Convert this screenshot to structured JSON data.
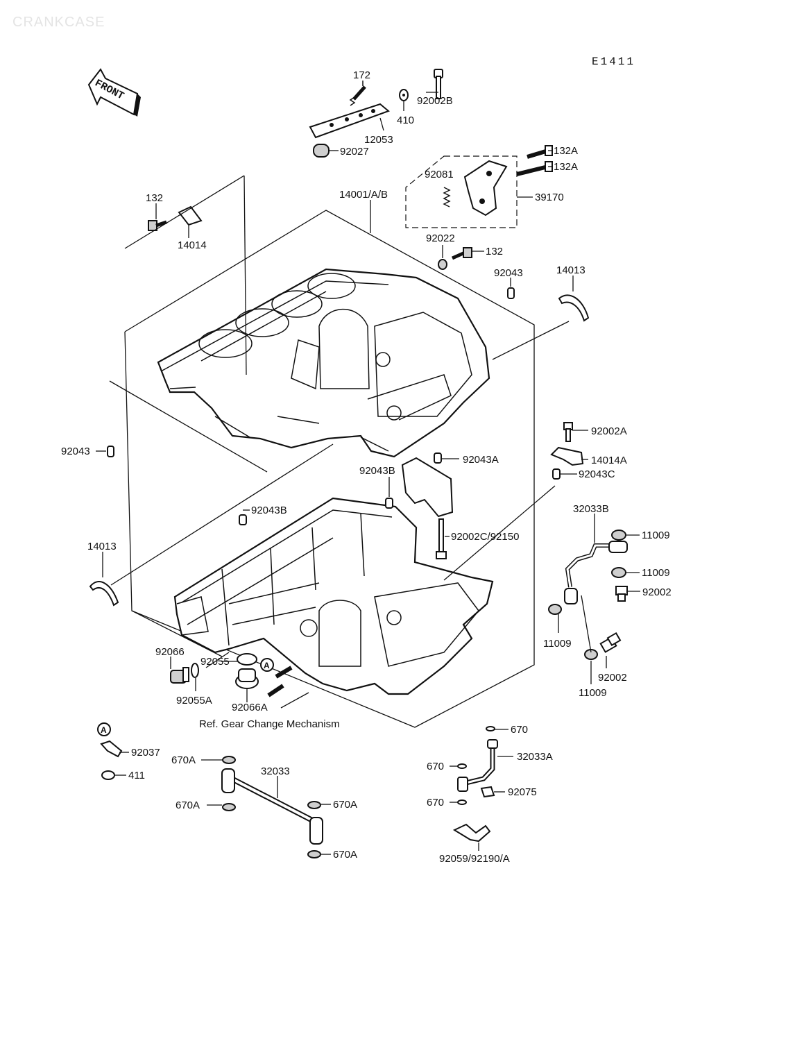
{
  "diagram": {
    "watermark": "CRANKCASE",
    "code": "E1411",
    "front_label": "FRONT",
    "ref_note": "Ref. Gear Change Mechanism",
    "circle_marker": "A",
    "labels": [
      {
        "id": "172",
        "text": "172"
      },
      {
        "id": "92002B",
        "text": "92002B"
      },
      {
        "id": "410",
        "text": "410"
      },
      {
        "id": "12053",
        "text": "12053"
      },
      {
        "id": "92027",
        "text": "92027"
      },
      {
        "id": "132A-1",
        "text": "132A"
      },
      {
        "id": "132A-2",
        "text": "132A"
      },
      {
        "id": "14001AB",
        "text": "14001/A/B"
      },
      {
        "id": "92081",
        "text": "92081"
      },
      {
        "id": "39170",
        "text": "39170"
      },
      {
        "id": "132-top",
        "text": "132"
      },
      {
        "id": "14014",
        "text": "14014"
      },
      {
        "id": "92022",
        "text": "92022"
      },
      {
        "id": "132-mid",
        "text": "132"
      },
      {
        "id": "92043-top",
        "text": "92043"
      },
      {
        "id": "14013-top",
        "text": "14013"
      },
      {
        "id": "92043-left",
        "text": "92043"
      },
      {
        "id": "92002A",
        "text": "92002A"
      },
      {
        "id": "92043A",
        "text": "92043A"
      },
      {
        "id": "14014A",
        "text": "14014A"
      },
      {
        "id": "92043B-1",
        "text": "92043B"
      },
      {
        "id": "92043C",
        "text": "92043C"
      },
      {
        "id": "92043B-2",
        "text": "92043B"
      },
      {
        "id": "32033B",
        "text": "32033B"
      },
      {
        "id": "92002C92150",
        "text": "92002C/92150"
      },
      {
        "id": "11009-1",
        "text": "11009"
      },
      {
        "id": "14013-left",
        "text": "14013"
      },
      {
        "id": "11009-2",
        "text": "11009"
      },
      {
        "id": "92002-1",
        "text": "92002"
      },
      {
        "id": "11009-3",
        "text": "11009"
      },
      {
        "id": "92066",
        "text": "92066"
      },
      {
        "id": "92055",
        "text": "92055"
      },
      {
        "id": "92002-2",
        "text": "92002"
      },
      {
        "id": "92055A",
        "text": "92055A"
      },
      {
        "id": "11009-4",
        "text": "11009"
      },
      {
        "id": "92066A",
        "text": "92066A"
      },
      {
        "id": "670-1",
        "text": "670"
      },
      {
        "id": "92037",
        "text": "92037"
      },
      {
        "id": "32033A",
        "text": "32033A"
      },
      {
        "id": "670A-1",
        "text": "670A"
      },
      {
        "id": "411",
        "text": "411"
      },
      {
        "id": "32033",
        "text": "32033"
      },
      {
        "id": "670-2",
        "text": "670"
      },
      {
        "id": "92075",
        "text": "92075"
      },
      {
        "id": "670A-2",
        "text": "670A"
      },
      {
        "id": "670A-3",
        "text": "670A"
      },
      {
        "id": "670-3",
        "text": "670"
      },
      {
        "id": "670A-4",
        "text": "670A"
      },
      {
        "id": "92059",
        "text": "92059/92190/A"
      }
    ]
  }
}
